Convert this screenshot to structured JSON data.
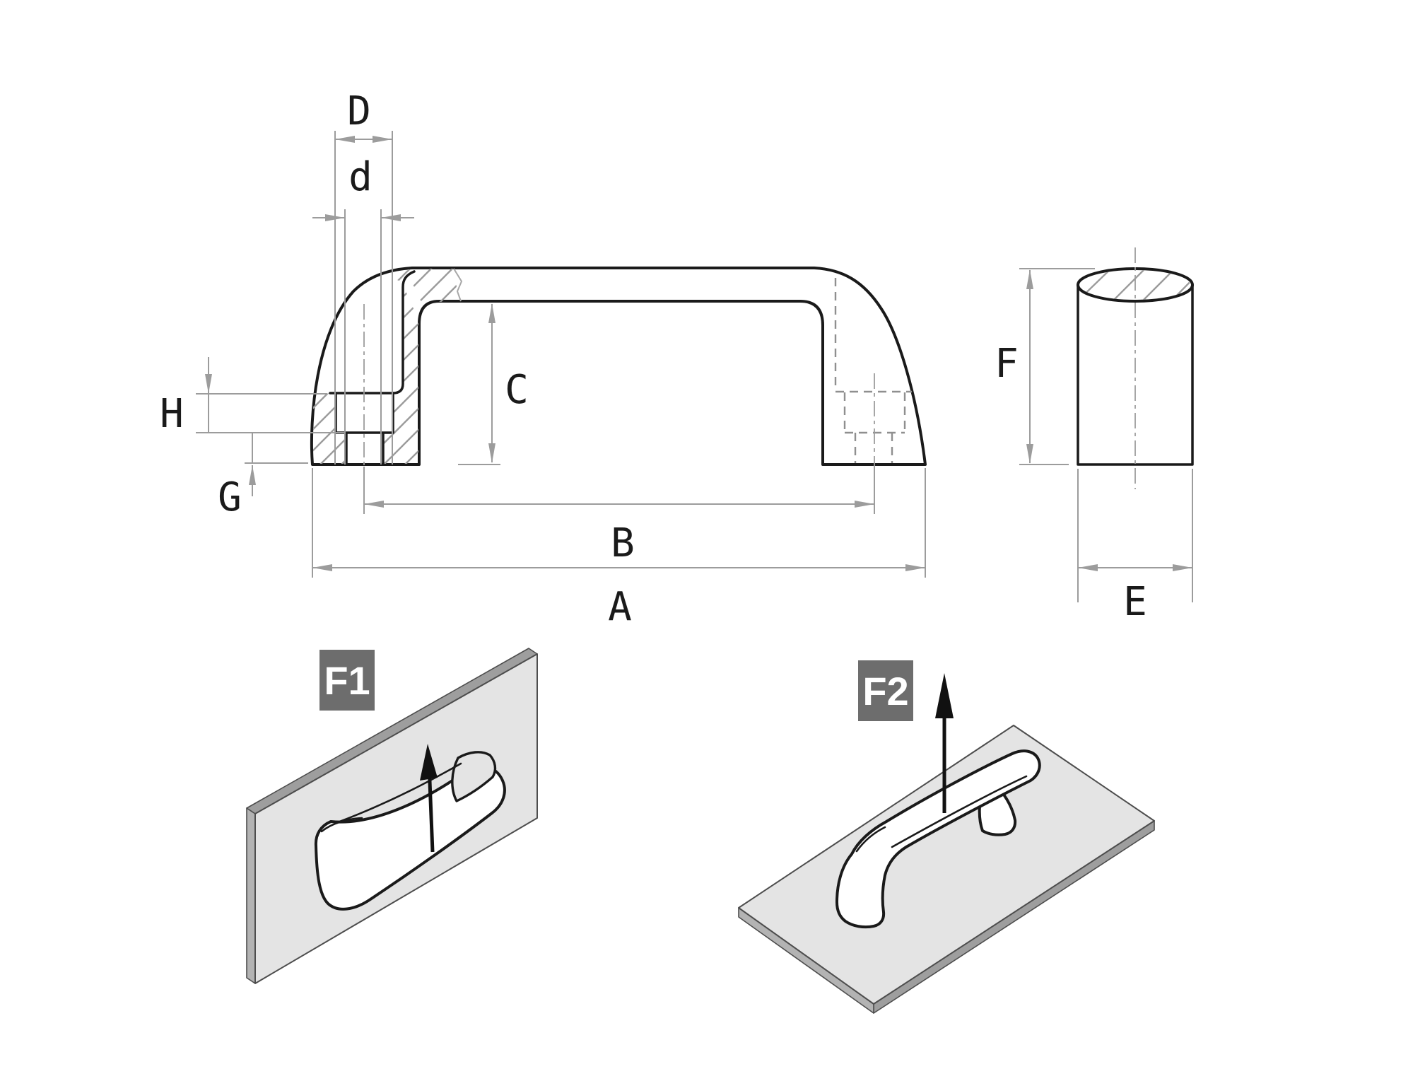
{
  "drawing": {
    "type": "technical-dimension-drawing",
    "views": {
      "main_section": "handle side section view",
      "end_view": "handle end view",
      "mounting_back": "force direction F1 - handle mounted on vertical panel",
      "mounting_top": "force direction F2 - handle mounted on horizontal plate"
    },
    "dims": {
      "D": "D",
      "d": "d",
      "H": "H",
      "G": "G",
      "C": "C",
      "B": "B",
      "A": "A",
      "F": "F",
      "E": "E"
    },
    "forces": {
      "f1": "F1",
      "f2": "F2"
    },
    "colors": {
      "background": "#ffffff",
      "ink": "#1a1a1a",
      "dimension_lines": "#9c9c9c",
      "hidden_lines": "#8f8f8f",
      "panel_fill": "#e4e4e4",
      "panel_edge": "#9e9e9e",
      "badge_fill": "#6d6d6d",
      "badge_text": "#ffffff",
      "force_arrow": "#111111"
    }
  }
}
